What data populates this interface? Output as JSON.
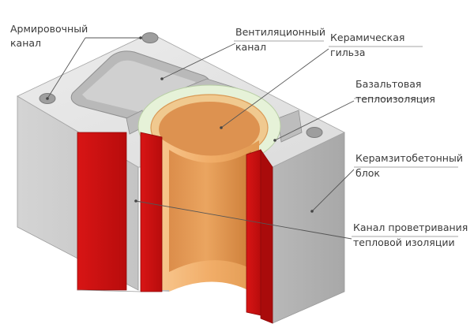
{
  "labels": {
    "reinforcement_channel": [
      "Армировочный",
      "канал"
    ],
    "ventilation_channel": [
      "Вентиляционный",
      "канал"
    ],
    "ceramic_sleeve": [
      "Керамическая",
      "гильза"
    ],
    "basalt_insulation": [
      "Базальтовая",
      "теплоизоляция"
    ],
    "block": [
      "Керамзитобетонный",
      "блок"
    ],
    "airing_channel": [
      "Канал проветривания",
      "тепловой изоляции"
    ]
  },
  "colors": {
    "concrete_top": "#e4e4e4",
    "concrete_front": "#c9c9c9",
    "concrete_side": "#b3b3b3",
    "insulation_red": "#cc0e0e",
    "ceramic_outer": "#f4b97a",
    "ceramic_inner": "#d98d4b",
    "basalt": "#e3f1d5",
    "leader_line": "#555555"
  }
}
